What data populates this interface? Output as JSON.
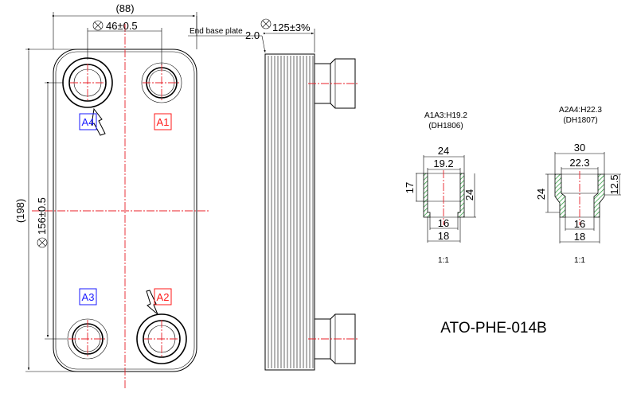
{
  "front_view": {
    "width_dim": "(88)",
    "port_spacing_dim": "46±0.5",
    "height_dim": "(198)",
    "port_vertical_dim": "156±0.5",
    "ports": [
      {
        "label": "A4",
        "color": "#1a1aff"
      },
      {
        "label": "A1",
        "color": "#ff1a1a"
      },
      {
        "label": "A3",
        "color": "#1a1aff"
      },
      {
        "label": "A2",
        "color": "#ff1a1a"
      }
    ]
  },
  "side_view": {
    "end_plate_label": "End base plate",
    "end_plate_dim": "2.0",
    "stack_dim": "125±3%"
  },
  "details": [
    {
      "title": "A1A3:H19.2",
      "code": "(DH1806)",
      "dims": [
        "24",
        "19.2",
        "17",
        "24",
        "16",
        "18"
      ],
      "scale": "1:1"
    },
    {
      "title": "A2A4:H22.3",
      "code": "(DH1807)",
      "dims": [
        "30",
        "22.3",
        "24",
        "12.5",
        "16",
        "18"
      ],
      "scale": "1:1"
    }
  ],
  "model": "ATO-PHE-014B",
  "colors": {
    "centerline": "#e8202a",
    "hatch": "#2a9a3a"
  }
}
